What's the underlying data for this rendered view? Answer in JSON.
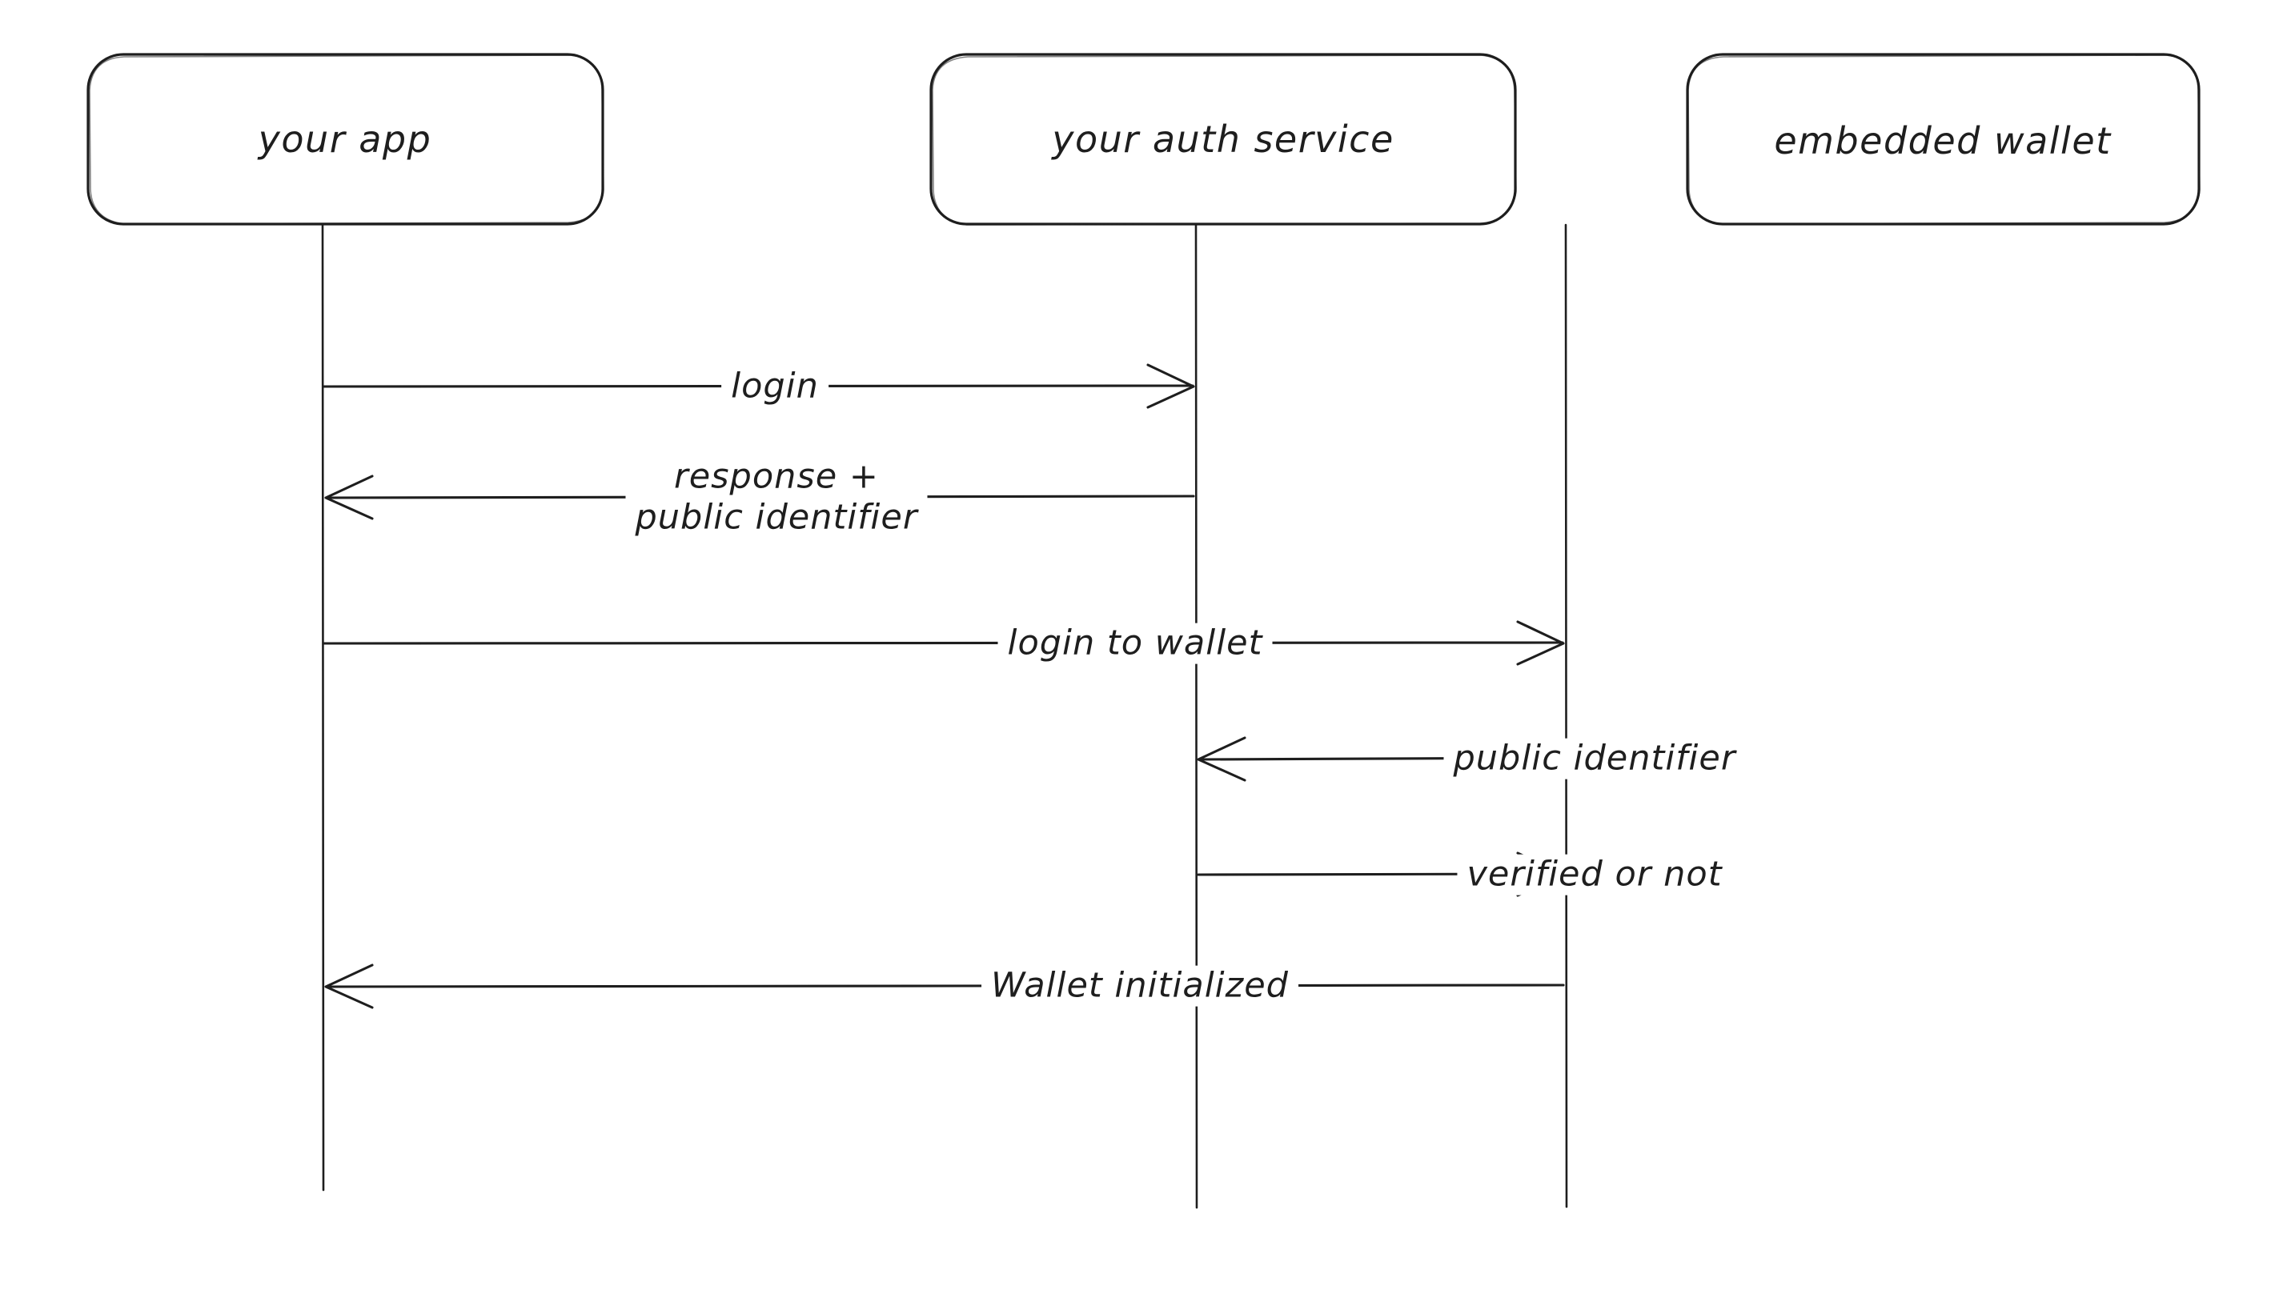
{
  "diagram": {
    "type": "sequence-diagram",
    "style": "hand-drawn",
    "background_color": "#ffffff",
    "stroke_color": "#1e1e1e",
    "participants": [
      {
        "id": "app",
        "label": "your app"
      },
      {
        "id": "auth",
        "label": "your auth service"
      },
      {
        "id": "wallet",
        "label": "embedded wallet"
      }
    ],
    "messages": [
      {
        "index": 1,
        "label": "login",
        "from": "app",
        "to": "auth",
        "direction": "right"
      },
      {
        "index": 2,
        "label": "response +\npublic identifier",
        "line1": "response +",
        "line2": "public identifier",
        "from": "auth",
        "to": "app",
        "direction": "left"
      },
      {
        "index": 3,
        "label": "login to wallet",
        "from": "app",
        "to": "wallet",
        "direction": "right"
      },
      {
        "index": 4,
        "label": "public identifier",
        "from": "wallet",
        "to": "auth",
        "direction": "left"
      },
      {
        "index": 5,
        "label": "verified or not",
        "from": "auth",
        "to": "wallet",
        "direction": "right"
      },
      {
        "index": 6,
        "label": "Wallet initialized",
        "from": "wallet",
        "to": "app",
        "direction": "left"
      }
    ]
  }
}
